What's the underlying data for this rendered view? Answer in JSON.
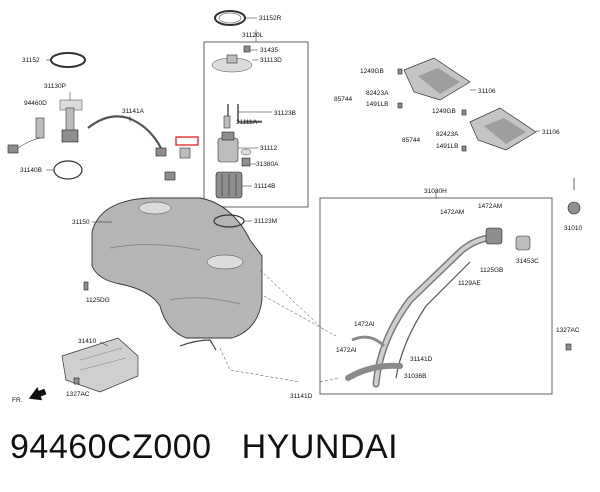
{
  "labels": {
    "l31152R": "31152R",
    "l31120L": "31120L",
    "l31435": "31435",
    "l31113D": "31113D",
    "l31152": "31152",
    "l31130P": "31130P",
    "l94460D": "94460D",
    "l31141A": "31141A",
    "l31140B": "31140B",
    "l31123B": "31123B",
    "l31111A": "31111A",
    "l31112": "31112",
    "l31380A": "31380A",
    "l31114B": "31114B",
    "l31123M": "31123M",
    "l31150": "31150",
    "l1125DG": "1125DG",
    "l31410": "31410",
    "l1327AC_left": "1327AC",
    "l31141D_bottom": "31141D",
    "l1249GB_1": "1249GB",
    "l82423A_1": "82423A",
    "l85744_1": "85744",
    "l1491LB_1": "1491LB",
    "l31106_1": "31106",
    "l1249GB_2": "1249GB",
    "l82423A_2": "82423A",
    "l85744_2": "85744",
    "l1491LB_2": "1491LB",
    "l31106_2": "31106",
    "l31030H": "31030H",
    "l1472AM_1": "1472AM",
    "l1472AM_2": "1472AM",
    "l31010": "31010",
    "l31453C": "31453C",
    "l1125GB": "1125GB",
    "l1129AE": "1129AE",
    "l1472AI_1": "1472AI",
    "l1472AI_2": "1472AI",
    "l31141D_mid": "31141D",
    "l31036B": "31036B",
    "l1327AC_right": "1327AC",
    "fr": "FR."
  },
  "caption": {
    "part_number": "94460CZ000",
    "brand": "HYUNDAI"
  }
}
